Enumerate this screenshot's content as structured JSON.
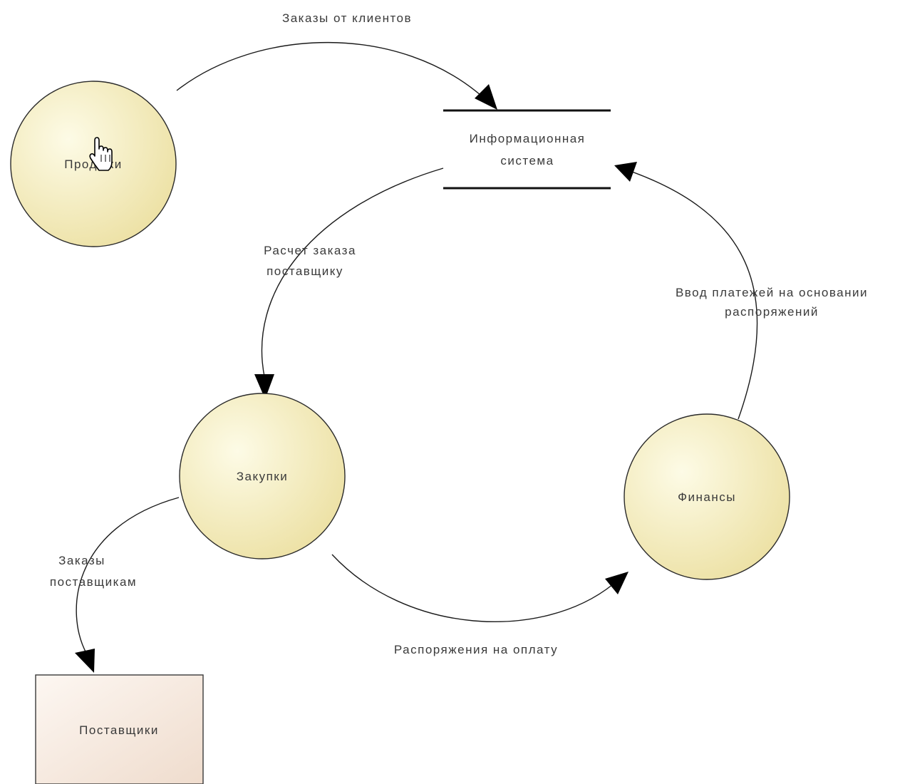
{
  "colors": {
    "process_fill_light": "#fdfbe6",
    "process_fill_dark": "#ece0a2",
    "entity_fill_light": "#fdf7f2",
    "entity_fill_dark": "#efdccd",
    "line": "#1a1a1a",
    "text": "#3a3a3a"
  },
  "nodes": {
    "sales": {
      "label": "Продажи"
    },
    "purchasing": {
      "label": "Закупки"
    },
    "finance": {
      "label": "Финансы"
    },
    "store": {
      "label_line1": "Информационная",
      "label_line2": "система"
    },
    "suppliers": {
      "label": "Поставщики"
    }
  },
  "flows": {
    "customer_orders": {
      "label": "Заказы от клиентов"
    },
    "order_calc": {
      "label_line1": "Расчет заказа",
      "label_line2": "поставщику"
    },
    "payment_entry": {
      "label_line1": "Ввод платежей на основании",
      "label_line2": "распоряжений"
    },
    "supplier_orders": {
      "label_line1": "Заказы",
      "label_line2": "поставщикам"
    },
    "payment_orders": {
      "label": "Распоряжения на оплату"
    }
  },
  "cursor": {
    "icon": "hand-pointer-icon"
  }
}
